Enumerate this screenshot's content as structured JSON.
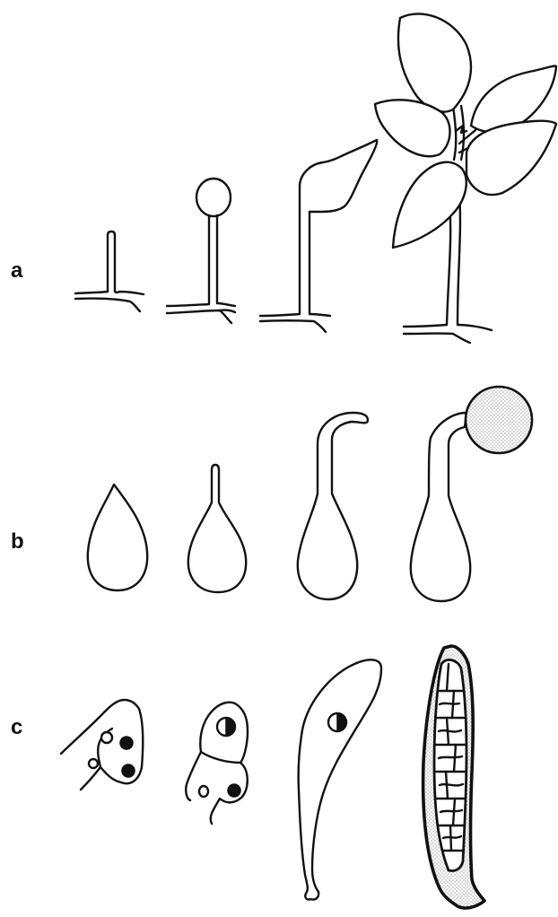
{
  "rows": [
    {
      "label": "a"
    },
    {
      "label": "b"
    },
    {
      "label": "c"
    }
  ],
  "colors": {
    "line": "#111111",
    "background": "#ffffff",
    "stipple": "#c8c8c8"
  }
}
